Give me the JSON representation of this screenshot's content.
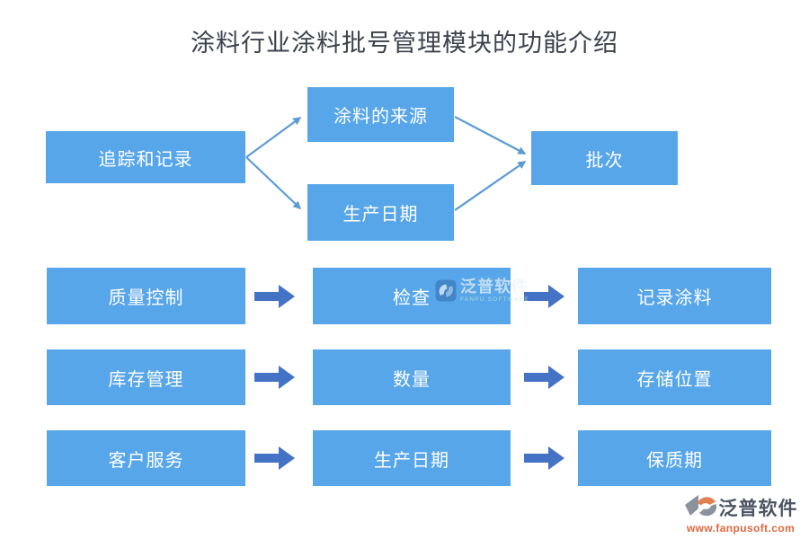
{
  "title": "涂料行业涂料批号管理模块的功能介绍",
  "flow": {
    "source": "追踪和记录",
    "branch_top": "涂料的来源",
    "branch_bottom": "生产日期",
    "target": "批次"
  },
  "process_rows": [
    {
      "step": "质量控制",
      "action": "检查",
      "result": "记录涂料"
    },
    {
      "step": "库存管理",
      "action": "数量",
      "result": "存储位置"
    },
    {
      "step": "客户服务",
      "action": "生产日期",
      "result": "保质期"
    }
  ],
  "watermark": {
    "brand": "泛普软件",
    "subtitle": "FANPU SOFTWARE"
  },
  "footer": {
    "brand": "泛普软件",
    "url": "www.fanpusoft.com"
  },
  "colors": {
    "box": "#58a6ea",
    "box_text": "#ffffff",
    "block_arrow": "#4472c4",
    "connector": "#5b9bd5",
    "title_text": "#3b424c",
    "footer_brand": "#4d5562",
    "footer_url": "#e0683f",
    "logo_gray": "#8b929c",
    "logo_orange": "#e2814f"
  }
}
